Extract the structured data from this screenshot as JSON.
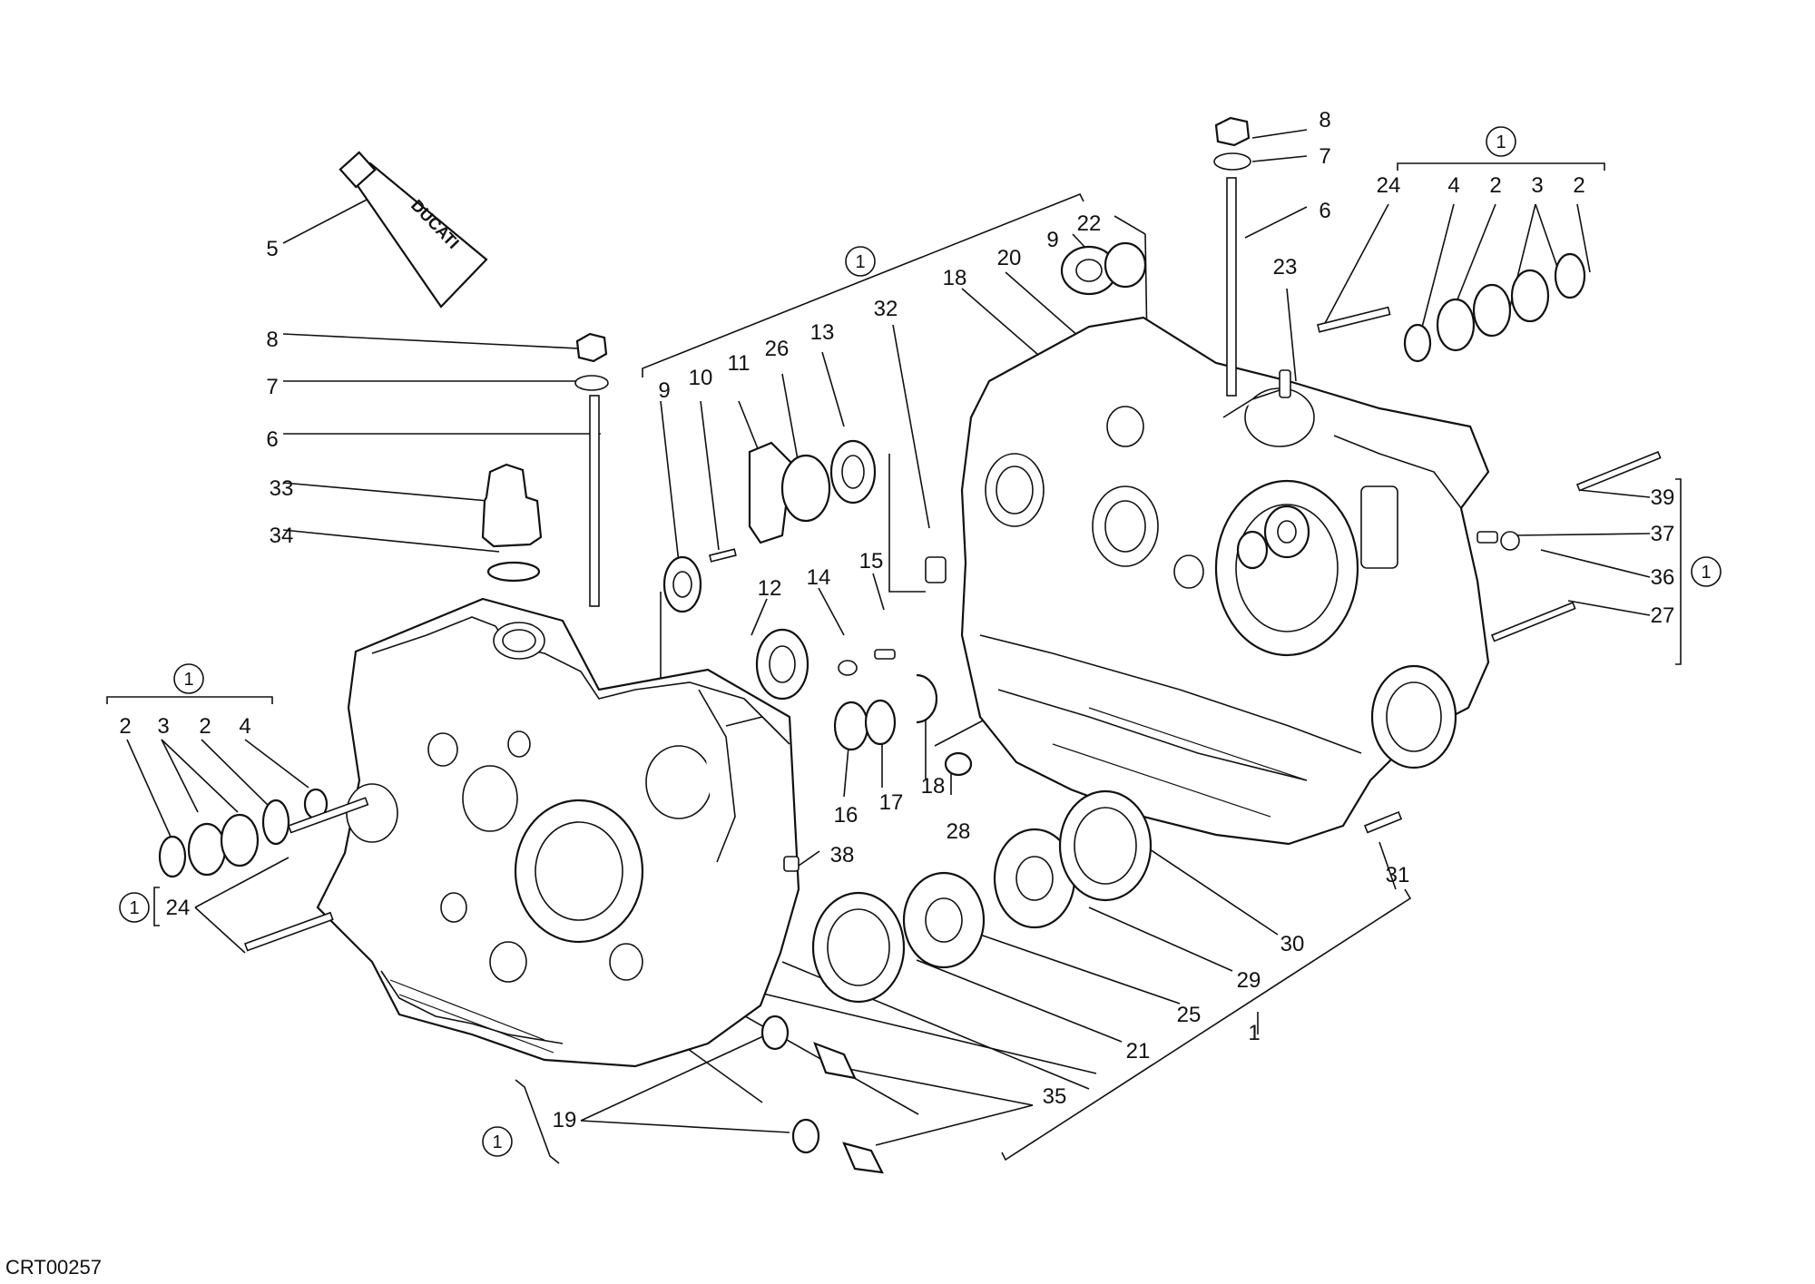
{
  "diagram": {
    "code": "CRT00257",
    "group_mark": "1",
    "tube_text": "DUCATI",
    "labels": [
      {
        "id": "l5",
        "text": "5"
      },
      {
        "id": "l8a",
        "text": "8"
      },
      {
        "id": "l7a",
        "text": "7"
      },
      {
        "id": "l6a",
        "text": "6"
      },
      {
        "id": "l33",
        "text": "33"
      },
      {
        "id": "l34",
        "text": "34"
      },
      {
        "id": "g1_2a",
        "text": "2"
      },
      {
        "id": "g1_3",
        "text": "3"
      },
      {
        "id": "g1_2b",
        "text": "2"
      },
      {
        "id": "g1_4",
        "text": "4"
      },
      {
        "id": "l24a",
        "text": "24"
      },
      {
        "id": "l9a",
        "text": "9"
      },
      {
        "id": "l10",
        "text": "10"
      },
      {
        "id": "l11",
        "text": "11"
      },
      {
        "id": "l26",
        "text": "26"
      },
      {
        "id": "l13",
        "text": "13"
      },
      {
        "id": "l32",
        "text": "32"
      },
      {
        "id": "l12",
        "text": "12"
      },
      {
        "id": "l14",
        "text": "14"
      },
      {
        "id": "l15",
        "text": "15"
      },
      {
        "id": "l16",
        "text": "16"
      },
      {
        "id": "l17",
        "text": "17"
      },
      {
        "id": "l18a",
        "text": "18"
      },
      {
        "id": "l28",
        "text": "28"
      },
      {
        "id": "l38",
        "text": "38"
      },
      {
        "id": "l18b",
        "text": "18"
      },
      {
        "id": "l20",
        "text": "20"
      },
      {
        "id": "l9b",
        "text": "9"
      },
      {
        "id": "l22",
        "text": "22"
      },
      {
        "id": "l8b",
        "text": "8"
      },
      {
        "id": "l7b",
        "text": "7"
      },
      {
        "id": "l6b",
        "text": "6"
      },
      {
        "id": "l23",
        "text": "23"
      },
      {
        "id": "g2_24",
        "text": "24"
      },
      {
        "id": "g2_4",
        "text": "4"
      },
      {
        "id": "g2_2a",
        "text": "2"
      },
      {
        "id": "g2_3",
        "text": "3"
      },
      {
        "id": "g2_2b",
        "text": "2"
      },
      {
        "id": "l39",
        "text": "39"
      },
      {
        "id": "l37",
        "text": "37"
      },
      {
        "id": "l36",
        "text": "36"
      },
      {
        "id": "l27",
        "text": "27"
      },
      {
        "id": "l31",
        "text": "31"
      },
      {
        "id": "l30",
        "text": "30"
      },
      {
        "id": "l29",
        "text": "29"
      },
      {
        "id": "l25",
        "text": "25"
      },
      {
        "id": "l21",
        "text": "21"
      },
      {
        "id": "l1",
        "text": "1"
      },
      {
        "id": "l35",
        "text": "35"
      },
      {
        "id": "l19",
        "text": "19"
      }
    ]
  }
}
